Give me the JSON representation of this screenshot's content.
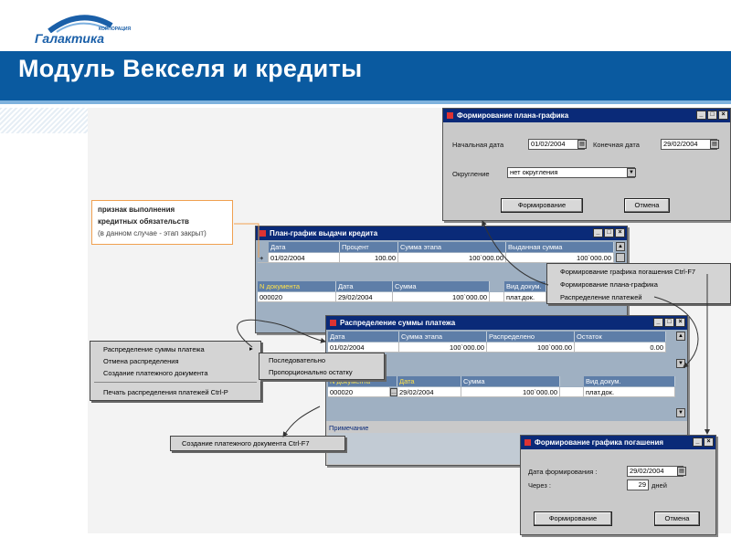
{
  "header": {
    "logo_small": "КОРПОРАЦИЯ",
    "logo_name": "Галактика",
    "title": "Модуль Векселя и кредиты"
  },
  "plan_dialog": {
    "title": "Формирование плана-графика",
    "start_label": "Начальная дата",
    "start_value": "01/02/2004",
    "end_label": "Конечная дата",
    "end_value": "29/02/2004",
    "round_label": "Округление",
    "round_value": "нет округления",
    "ok_label": "Формирование",
    "cancel_label": "Отмена"
  },
  "callout": {
    "line1": "признак выполнения",
    "line2": "кредитных обязательств",
    "line3": "(в данном случае - этап закрыт)"
  },
  "credit_window": {
    "title": "План-график выдачи кредита",
    "headers": [
      "Дата",
      "Процент",
      "Сумма этапа",
      "Выданная сумма"
    ],
    "row": {
      "mark": "+",
      "date": "01/02/2004",
      "percent": "100.00",
      "stage_sum": "100`000.00",
      "issued": "100`000.00"
    },
    "doc_headers": [
      "N документа",
      "Дата",
      "Сумма",
      "Вид докум."
    ],
    "doc_row": {
      "num": "000020",
      "date": "29/02/2004",
      "sum": "100`000.00",
      "type": "плат.док."
    }
  },
  "context_menu_right": {
    "items": [
      "Формирование графика погашения  Ctrl-F7",
      "Формирование плана-графика",
      "Распределение платежей"
    ]
  },
  "dist_window": {
    "title": "Распределение суммы платежа",
    "headers": [
      "Дата",
      "Сумма этапа",
      "Распределено",
      "Остаток"
    ],
    "row": {
      "date": "01/02/2004",
      "stage_sum": "100`000.00",
      "distributed": "100`000.00",
      "rest": "0.00"
    },
    "doc_headers": [
      "N документа",
      "Дата",
      "Сумма",
      "Вид докум."
    ],
    "doc_row": {
      "num": "000020",
      "date": "29/02/2004",
      "sum": "100`000.00",
      "type": "плат.док."
    },
    "note_label": "Примечание"
  },
  "left_menu": {
    "items": [
      "Распределение суммы платежа",
      "Отмена распределения",
      "Создание платежного документа",
      "Печать распределения платежей  Ctrl-P"
    ]
  },
  "submenu": {
    "items": [
      "Последовательно",
      "Пропорционально остатку"
    ]
  },
  "create_doc_menu": {
    "item": "Создание платежного документа  Ctrl-F7"
  },
  "repay_dialog": {
    "title": "Формирование графика погашения",
    "date_label": "Дата формирования :",
    "date_value": "29/02/2004",
    "through_label": "Через :",
    "through_value": "29",
    "days_label": "дней",
    "ok_label": "Формирование",
    "cancel_label": "Отмена"
  },
  "colors": {
    "title_band": "#0a5aa0",
    "window_title": "#0a2a78",
    "grid_header": "#5e7ea8",
    "callout_border": "#f0a050"
  }
}
